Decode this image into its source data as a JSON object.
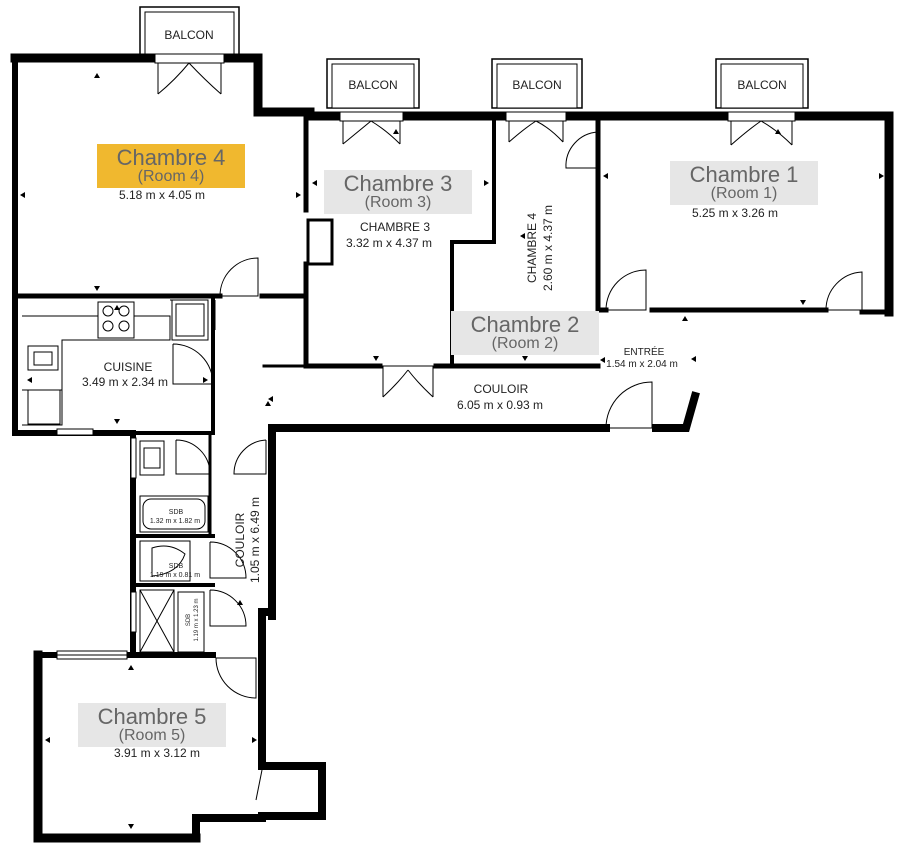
{
  "plan": {
    "balconies": [
      {
        "id": "b1",
        "label": "BALCON"
      },
      {
        "id": "b2",
        "label": "BALCON"
      },
      {
        "id": "b3",
        "label": "BALCON"
      },
      {
        "id": "b4",
        "label": "BALCON"
      }
    ],
    "room_labels": {
      "room4": {
        "name": "Chambre 4",
        "sub": "(Room 4)",
        "dims": "5.18 m x 4.05 m"
      },
      "room3": {
        "name": "Chambre 3",
        "sub": "(Room 3)",
        "title": "CHAMBRE 3",
        "dims": "3.32 m x 4.37 m"
      },
      "room1": {
        "name": "Chambre 1",
        "sub": "(Room 1)",
        "dims": "5.25 m x 3.26 m"
      },
      "room2": {
        "name": "Chambre 2",
        "sub": "(Room 2)",
        "title": "CHAMBRE 4",
        "dims": "2.60 m x 4.37 m"
      },
      "room5": {
        "name": "Chambre 5",
        "sub": "(Room 5)",
        "dims": "3.91 m x 3.12 m"
      }
    },
    "areas": {
      "cuisine": {
        "title": "CUISINE",
        "dims": "3.49 m x 2.34 m"
      },
      "entree": {
        "title": "ENTRÉE",
        "dims": "1.54 m x 2.04 m"
      },
      "couloir_h": {
        "title": "COULOIR",
        "dims": "6.05 m x 0.93 m"
      },
      "couloir_v": {
        "title": "COULOIR",
        "dims": "1.05 m x 6.49 m"
      },
      "sdb1": {
        "title": "SDB",
        "dims": "1.32 m x 1.82 m"
      },
      "sdb2": {
        "title": "SDB",
        "dims": "1.19 m x 0.81 m"
      },
      "sdb3": {
        "title": "SDB",
        "dims": "1.19 m x 1.23 m"
      }
    }
  }
}
